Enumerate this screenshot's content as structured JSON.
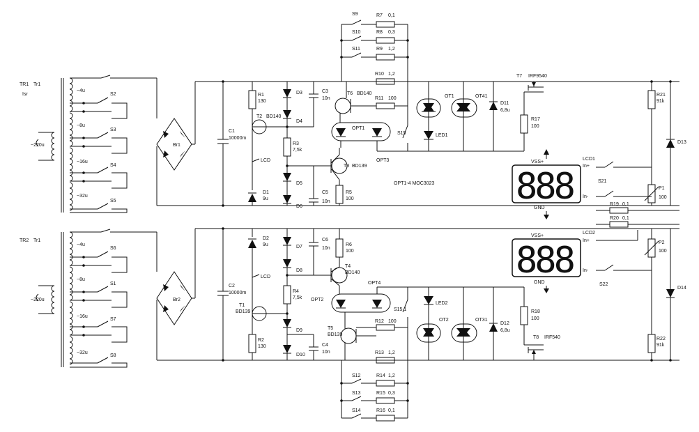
{
  "transformers": [
    {
      "ref": "TR1",
      "name": "Tr1",
      "extra": "Isr",
      "input": "~220u",
      "taps": [
        "~4u",
        "~8u",
        "~16u",
        "~32u"
      ],
      "switches": [
        "S2",
        "S3",
        "S4",
        "S5"
      ],
      "bridge": "Br1"
    },
    {
      "ref": "TR2",
      "name": "Tr1",
      "extra": "",
      "input": "~220u",
      "taps": [
        "~4u",
        "~8u",
        "~16u",
        "~32u"
      ],
      "switches": [
        "S6",
        "S1",
        "S7",
        "S8"
      ],
      "bridge": "Br2"
    }
  ],
  "top": {
    "c1": {
      "name": "C1",
      "value": "10000m"
    },
    "r1": {
      "name": "R1",
      "value": "130"
    },
    "t2": {
      "name": "T2",
      "value": "BD140"
    },
    "d1": {
      "name": "D1",
      "value": "9u"
    },
    "lcd": "LCD",
    "d3": "D3",
    "d4": "D4",
    "d5": "D5",
    "d6": "D6",
    "c3": {
      "name": "C3",
      "value": "10n"
    },
    "c5": {
      "name": "C5",
      "value": "10n"
    },
    "r3": {
      "name": "R3",
      "value": "7,5k"
    },
    "t3": {
      "name": "T3",
      "value": "BD139"
    },
    "r5": {
      "name": "R5",
      "value": "100"
    },
    "t6": {
      "name": "T6",
      "value": "BD140"
    },
    "opt1": "OPT1",
    "opt3": "OPT3",
    "shunts": [
      {
        "sw": "S9",
        "r": "R7",
        "v": "0,1"
      },
      {
        "sw": "S10",
        "r": "R8",
        "v": "0,3"
      },
      {
        "sw": "S11",
        "r": "R9",
        "v": "1,2"
      }
    ],
    "r10": {
      "name": "R10",
      "value": "1,2"
    },
    "r11": {
      "name": "R11",
      "value": "100"
    },
    "s15": "S15",
    "ot1": "OT1",
    "ot41": "OT41",
    "led1": "LED1",
    "note": "OPT1-4 MOC3023",
    "d11": {
      "name": "D11",
      "value": "6,8u"
    },
    "r17": {
      "name": "R17",
      "value": "100"
    },
    "t7": {
      "name": "T7",
      "value": "IRF9540"
    },
    "r21": {
      "name": "R21",
      "value": "91k"
    },
    "d13": "D13",
    "p1": {
      "name": "P1",
      "value": "100"
    },
    "lcd1": "LCD1",
    "s21": "S21",
    "r19": {
      "name": "R19",
      "value": "0,1"
    },
    "meter": {
      "digits": "888",
      "vss": "VSS+",
      "gnd": "GND",
      "inp": "In+",
      "inm": "In-"
    }
  },
  "bottom": {
    "c2": {
      "name": "C2",
      "value": "10000m"
    },
    "d2": {
      "name": "D2",
      "value": "9u"
    },
    "lcd": "LCD",
    "t1": {
      "name": "T1",
      "value": "BD139"
    },
    "r2": {
      "name": "R2",
      "value": "130"
    },
    "d7": "D7",
    "d8": "D8",
    "d9": "D9",
    "d10": "D10",
    "c6": {
      "name": "C6",
      "value": "10n"
    },
    "c4": {
      "name": "C4",
      "value": "10n"
    },
    "r4": {
      "name": "R4",
      "value": "7,5k"
    },
    "r6": {
      "name": "R6",
      "value": "100"
    },
    "t4": {
      "name": "T4",
      "value": "BD140"
    },
    "t5": {
      "name": "T5",
      "value": "BD139"
    },
    "opt2": "OPT2",
    "opt4": "OPT4",
    "r12": {
      "name": "R12",
      "value": "100"
    },
    "r13": {
      "name": "R13",
      "value": "1,2"
    },
    "shunts": [
      {
        "sw": "S12",
        "r": "R14",
        "v": "1,2"
      },
      {
        "sw": "S13",
        "r": "R15",
        "v": "0,3"
      },
      {
        "sw": "S14",
        "r": "R16",
        "v": "0,1"
      }
    ],
    "s151": "S15.1",
    "led2": "LED2",
    "ot2": "OT2",
    "ot31": "OT31",
    "d12": {
      "name": "D12",
      "value": "6,8u"
    },
    "r18": {
      "name": "R18",
      "value": "100"
    },
    "t8": {
      "name": "T8",
      "value": "IRF540"
    },
    "r22": {
      "name": "R22",
      "value": "91k"
    },
    "d14": "D14",
    "p2": {
      "name": "P2",
      "value": "100"
    },
    "lcd2": "LCD2",
    "s22": "S22",
    "r20": {
      "name": "R20",
      "value": "0,1"
    },
    "meter": {
      "digits": "888",
      "vss": "VSS+",
      "gnd": "GND",
      "inp": "In+",
      "inm": "In-"
    }
  }
}
